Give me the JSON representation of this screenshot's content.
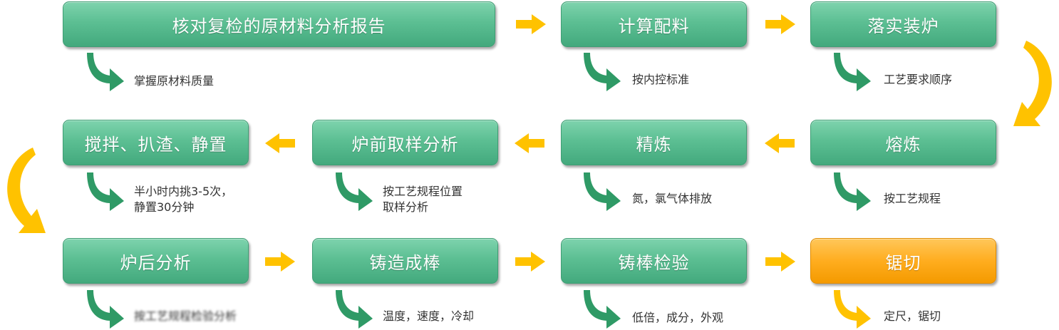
{
  "steps": [
    {
      "label": "核对复检的原材料分析报告",
      "note": [
        "掌握原材料质量"
      ]
    },
    {
      "label": "计算配料",
      "note": [
        "按内控标准"
      ]
    },
    {
      "label": "落实装炉",
      "note": [
        "工艺要求顺序"
      ]
    },
    {
      "label": "熔炼",
      "note": [
        "按工艺规程"
      ]
    },
    {
      "label": "精炼",
      "note": [
        "氮，氯气体排放"
      ]
    },
    {
      "label": "炉前取样分析",
      "note": [
        "按工艺规程位置",
        "取样分析"
      ]
    },
    {
      "label": "搅拌、扒渣、静置",
      "note": [
        "半小时内挑3-5次，",
        "静置30分钟"
      ]
    },
    {
      "label": "炉后分析",
      "note": [
        "按工艺规程检验分析"
      ]
    },
    {
      "label": "铸造成棒",
      "note": [
        "温度，速度，冷却"
      ]
    },
    {
      "label": "铸棒检验",
      "note": [
        "低倍，成分，外观"
      ]
    },
    {
      "label": "锯切",
      "note": [
        "定尺，锯切"
      ]
    }
  ],
  "colors": {
    "box_green": "#5cbf93",
    "box_orange": "#ffad1f",
    "arrow_yellow": "#ffc200",
    "hook_green": "#2f9a66",
    "hook_yellow": "#ffc200"
  },
  "icons": {
    "flow_arrow": "yellow-block-arrow-icon",
    "note_hook": "hook-arrow-icon",
    "row_turn": "curved-arrow-icon"
  }
}
